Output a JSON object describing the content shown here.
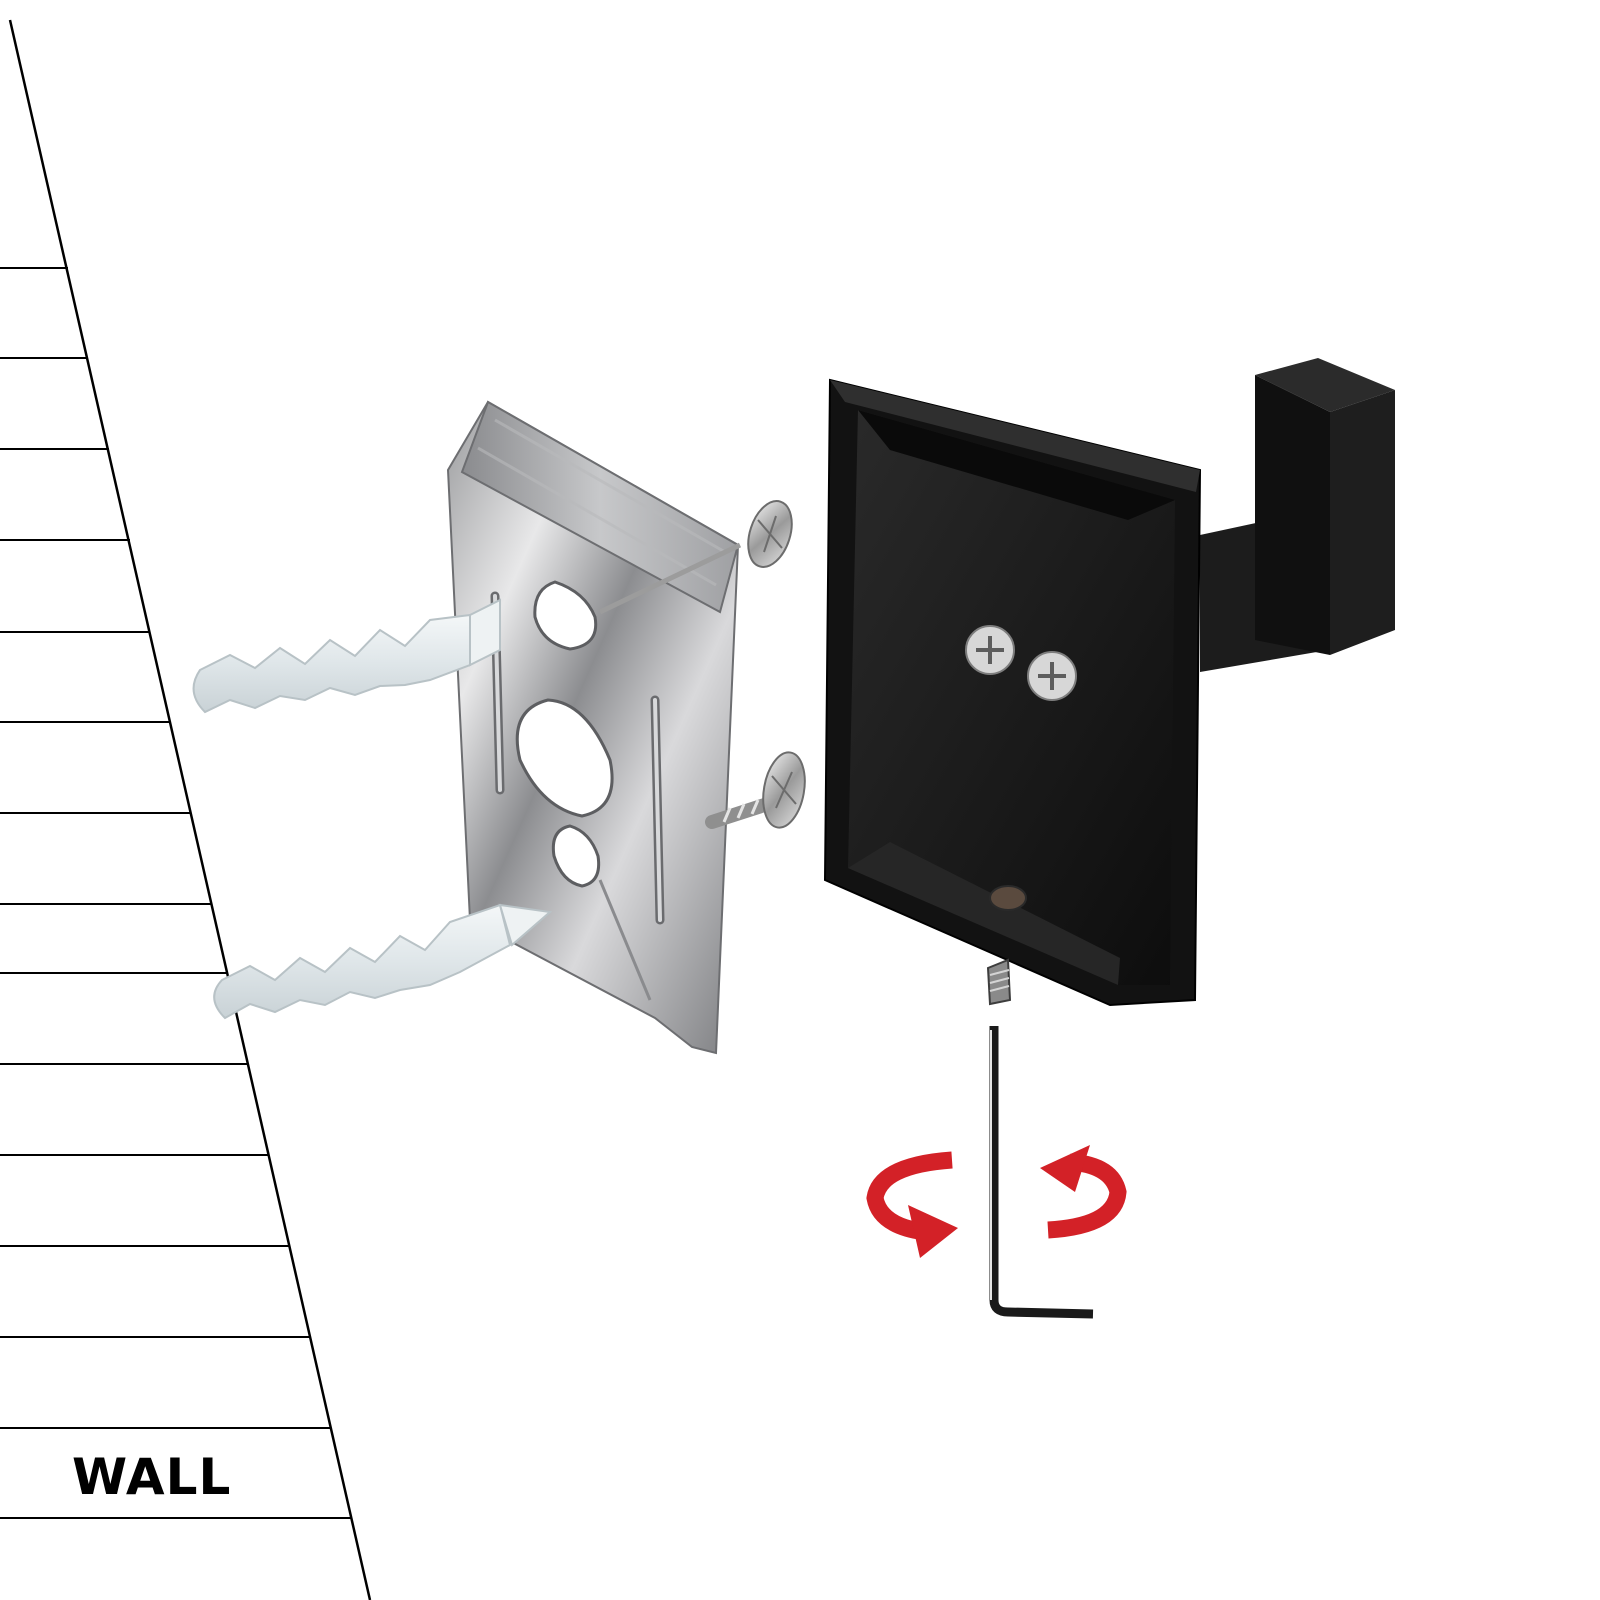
{
  "wall": {
    "label": "WALL"
  },
  "parts": [
    "wall-plane",
    "wall-anchor-top",
    "wall-anchor-bottom",
    "mounting-plate",
    "screw-top",
    "screw-bottom",
    "hook-base",
    "hook-arm",
    "set-screw",
    "hex-key",
    "rotate-left-arrow",
    "rotate-right-arrow"
  ],
  "colors": {
    "wall_line": "#000000",
    "hook_body": "#161616",
    "plate_metal": "#bfc0c2",
    "anchor_plastic": "#e6ecef",
    "arrow_red": "#d32127"
  }
}
